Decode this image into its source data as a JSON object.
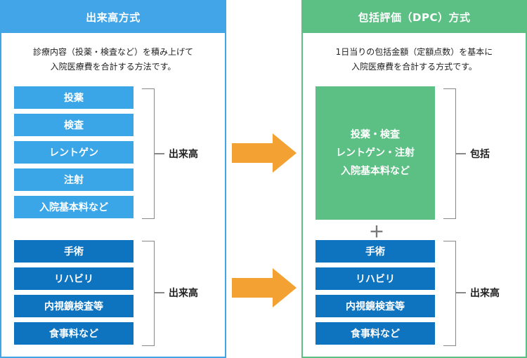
{
  "left_panel": {
    "title": "出来高方式",
    "description_line1": "診療内容（投薬・検査など）を積み上げて",
    "description_line2": "入院医療費を合計する方法です。",
    "group1_items": [
      "投薬",
      "検査",
      "レントゲン",
      "注射",
      "入院基本料など"
    ],
    "group1_label": "出来高",
    "group2_items": [
      "手術",
      "リハビリ",
      "内視鏡検査等",
      "食事料など"
    ],
    "group2_label": "出来高"
  },
  "right_panel": {
    "title": "包括評価（DPC）方式",
    "description_line1": "1日当りの包括金額（定額点数）を基本に",
    "description_line2": "入院医療費を合計する方式です。",
    "bundle_line1": "投薬・検査",
    "bundle_line2": "レントゲン・注射",
    "bundle_line3": "入院基本料など",
    "bundle_label": "包括",
    "plus_sign": "＋",
    "group2_items": [
      "手術",
      "リハビリ",
      "内視鏡検査等",
      "食事料など"
    ],
    "group2_label": "出来高"
  },
  "colors": {
    "left_accent": "#41a5e8",
    "right_accent": "#5cbf84",
    "item_light": "#3ba6e7",
    "item_dark": "#0f74c0",
    "arrow": "#f4a133"
  }
}
